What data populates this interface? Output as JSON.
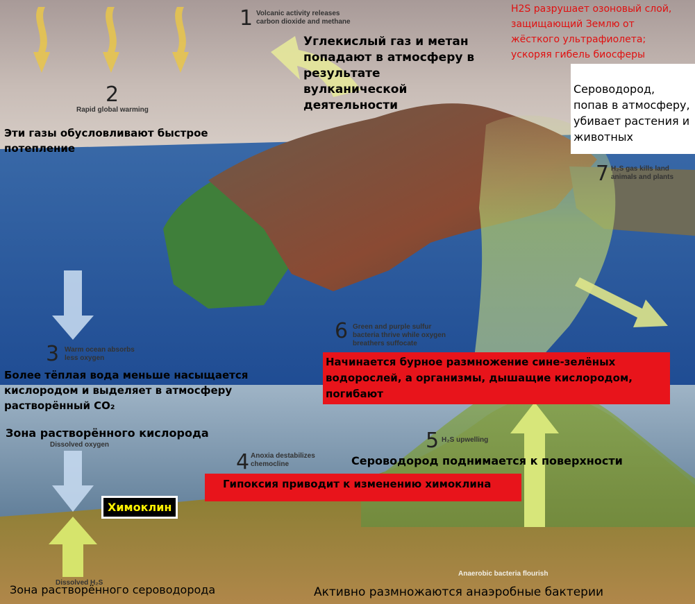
{
  "steps": [
    {
      "num": "1",
      "en": "Volcanic activity releases\ncarbon dioxide and methane"
    },
    {
      "num": "2",
      "en": "Rapid global warming"
    },
    {
      "num": "3",
      "en": "Warm ocean absorbs\nless oxygen"
    },
    {
      "num": "4",
      "en": "Anoxia destabilizes\nchemocline"
    },
    {
      "num": "5",
      "en": "H₂S upwelling"
    },
    {
      "num": "6",
      "en": "Green and purple sulfur\nbacteria thrive while oxygen\nbreathers suffocate"
    },
    {
      "num": "7",
      "en": "H₂S gas kills land\nanimals and plants"
    }
  ],
  "labels_en": {
    "dissolved_oxygen": "Dissolved oxygen",
    "dissolved_h2s": "Dissolved H₂S",
    "anaerobic": "Anaerobic bacteria flourish"
  },
  "labels_ru": {
    "co2_methane": "Углекислый газ и метан\nпопадают в атмосферу в\nрезультате\nвулканической\nдеятельности",
    "warming": "Эти газы обусловливают быстрое\nпотепление",
    "warm_water": "Более тёплая вода меньше насыщается\nкислородом и выделяет в атмосферу\nрастворённый CO₂",
    "oxygen_zone": "Зона растворённого кислорода",
    "h2s_zone": "Зона растворённого сероводорода",
    "anaerobic": "Активно размножаются анаэробные бактерии",
    "h2s_rises": "Сероводород  поднимается к поверхности",
    "hypoxia": "Гипоксия приводит к изменению химоклина",
    "bloom": "Начинается бурное размножение сине-зелёных\nводорослей, а организмы, дышащие кислородом,\nпогибают",
    "h2s_atmosphere": "Сероводород,\nпопав в атмосферу,\nубивает растения и\nживотных",
    "ozone": "H2S разрушает озоновый слой,\nзащищающий Землю от\nжёсткого ультрафиолета;\nускоряя гибель биосферы",
    "chemocline": "Химоклин"
  },
  "colors": {
    "sky": "#b9a9a4",
    "ocean": "#24539a",
    "deep_water": "#6d8aa6",
    "seabed": "#8c8a3c",
    "red_box": "#e8141b",
    "ozone_text": "#e01010",
    "arrow_yellow": "#e9c64a",
    "arrow_green": "#d7e67a"
  }
}
